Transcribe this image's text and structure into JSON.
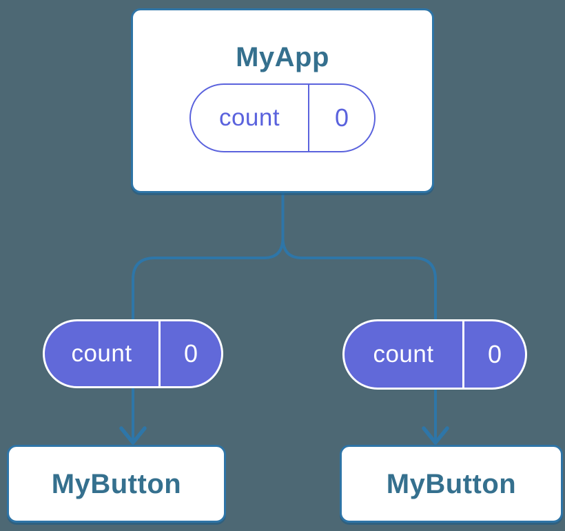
{
  "diagram": {
    "kind": "component-state-tree",
    "root": {
      "title": "MyApp",
      "pill": {
        "label": "count",
        "value": "0",
        "variant": "outline-state"
      }
    },
    "children": [
      {
        "title": "MyButton",
        "pill": {
          "label": "count",
          "value": "0",
          "variant": "filled-prop"
        }
      },
      {
        "title": "MyButton",
        "pill": {
          "label": "count",
          "value": "0",
          "variant": "filled-prop"
        }
      }
    ]
  },
  "colors": {
    "background": "#4d6874",
    "connector_blue": "#2e76a8",
    "card_border_blue": "#2e74a6",
    "card_shadow_blue": "#195a87",
    "title_text_blue": "#35708e",
    "state_pill_purple": "#5a62dd",
    "prop_pill_fill_purple": "#6169d9",
    "pill_text_white": "#ffffff",
    "card_fill_white": "#ffffff"
  }
}
